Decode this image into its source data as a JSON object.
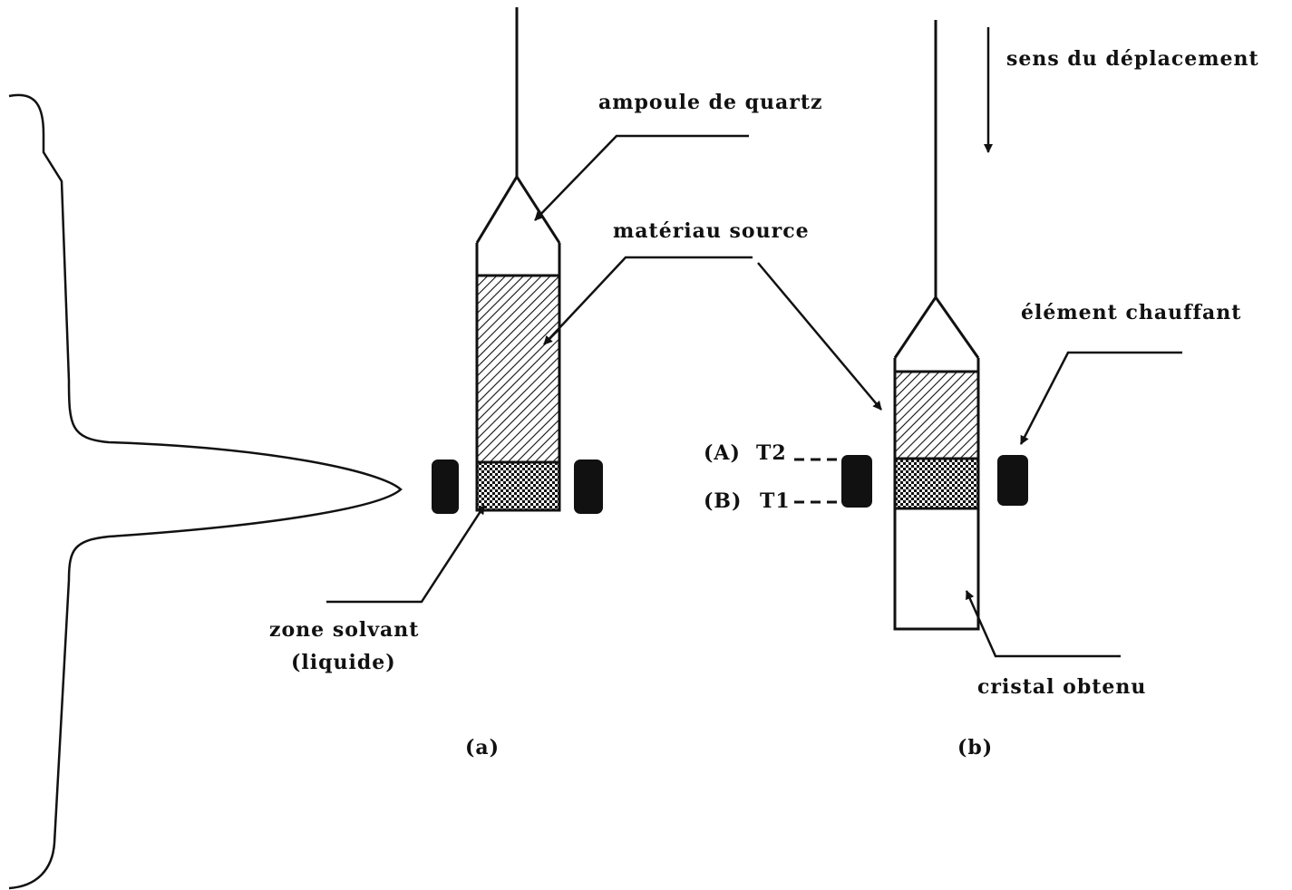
{
  "labels": {
    "direction": "sens du déplacement",
    "quartz_ampoule": "ampoule de quartz",
    "source_material": "matériau source",
    "heating_element": "élément chauffant",
    "solvent_zone_line1": "zone solvant",
    "solvent_zone_line2": "(liquide)",
    "crystal": "cristal obtenu",
    "panel_a": "(a)",
    "panel_b": "(b)",
    "point_a": "(A)",
    "point_b": "(B)",
    "temp_t2": "T2",
    "temp_t1": "T1"
  },
  "colors": {
    "ink": "#111111",
    "background": "#ffffff"
  }
}
